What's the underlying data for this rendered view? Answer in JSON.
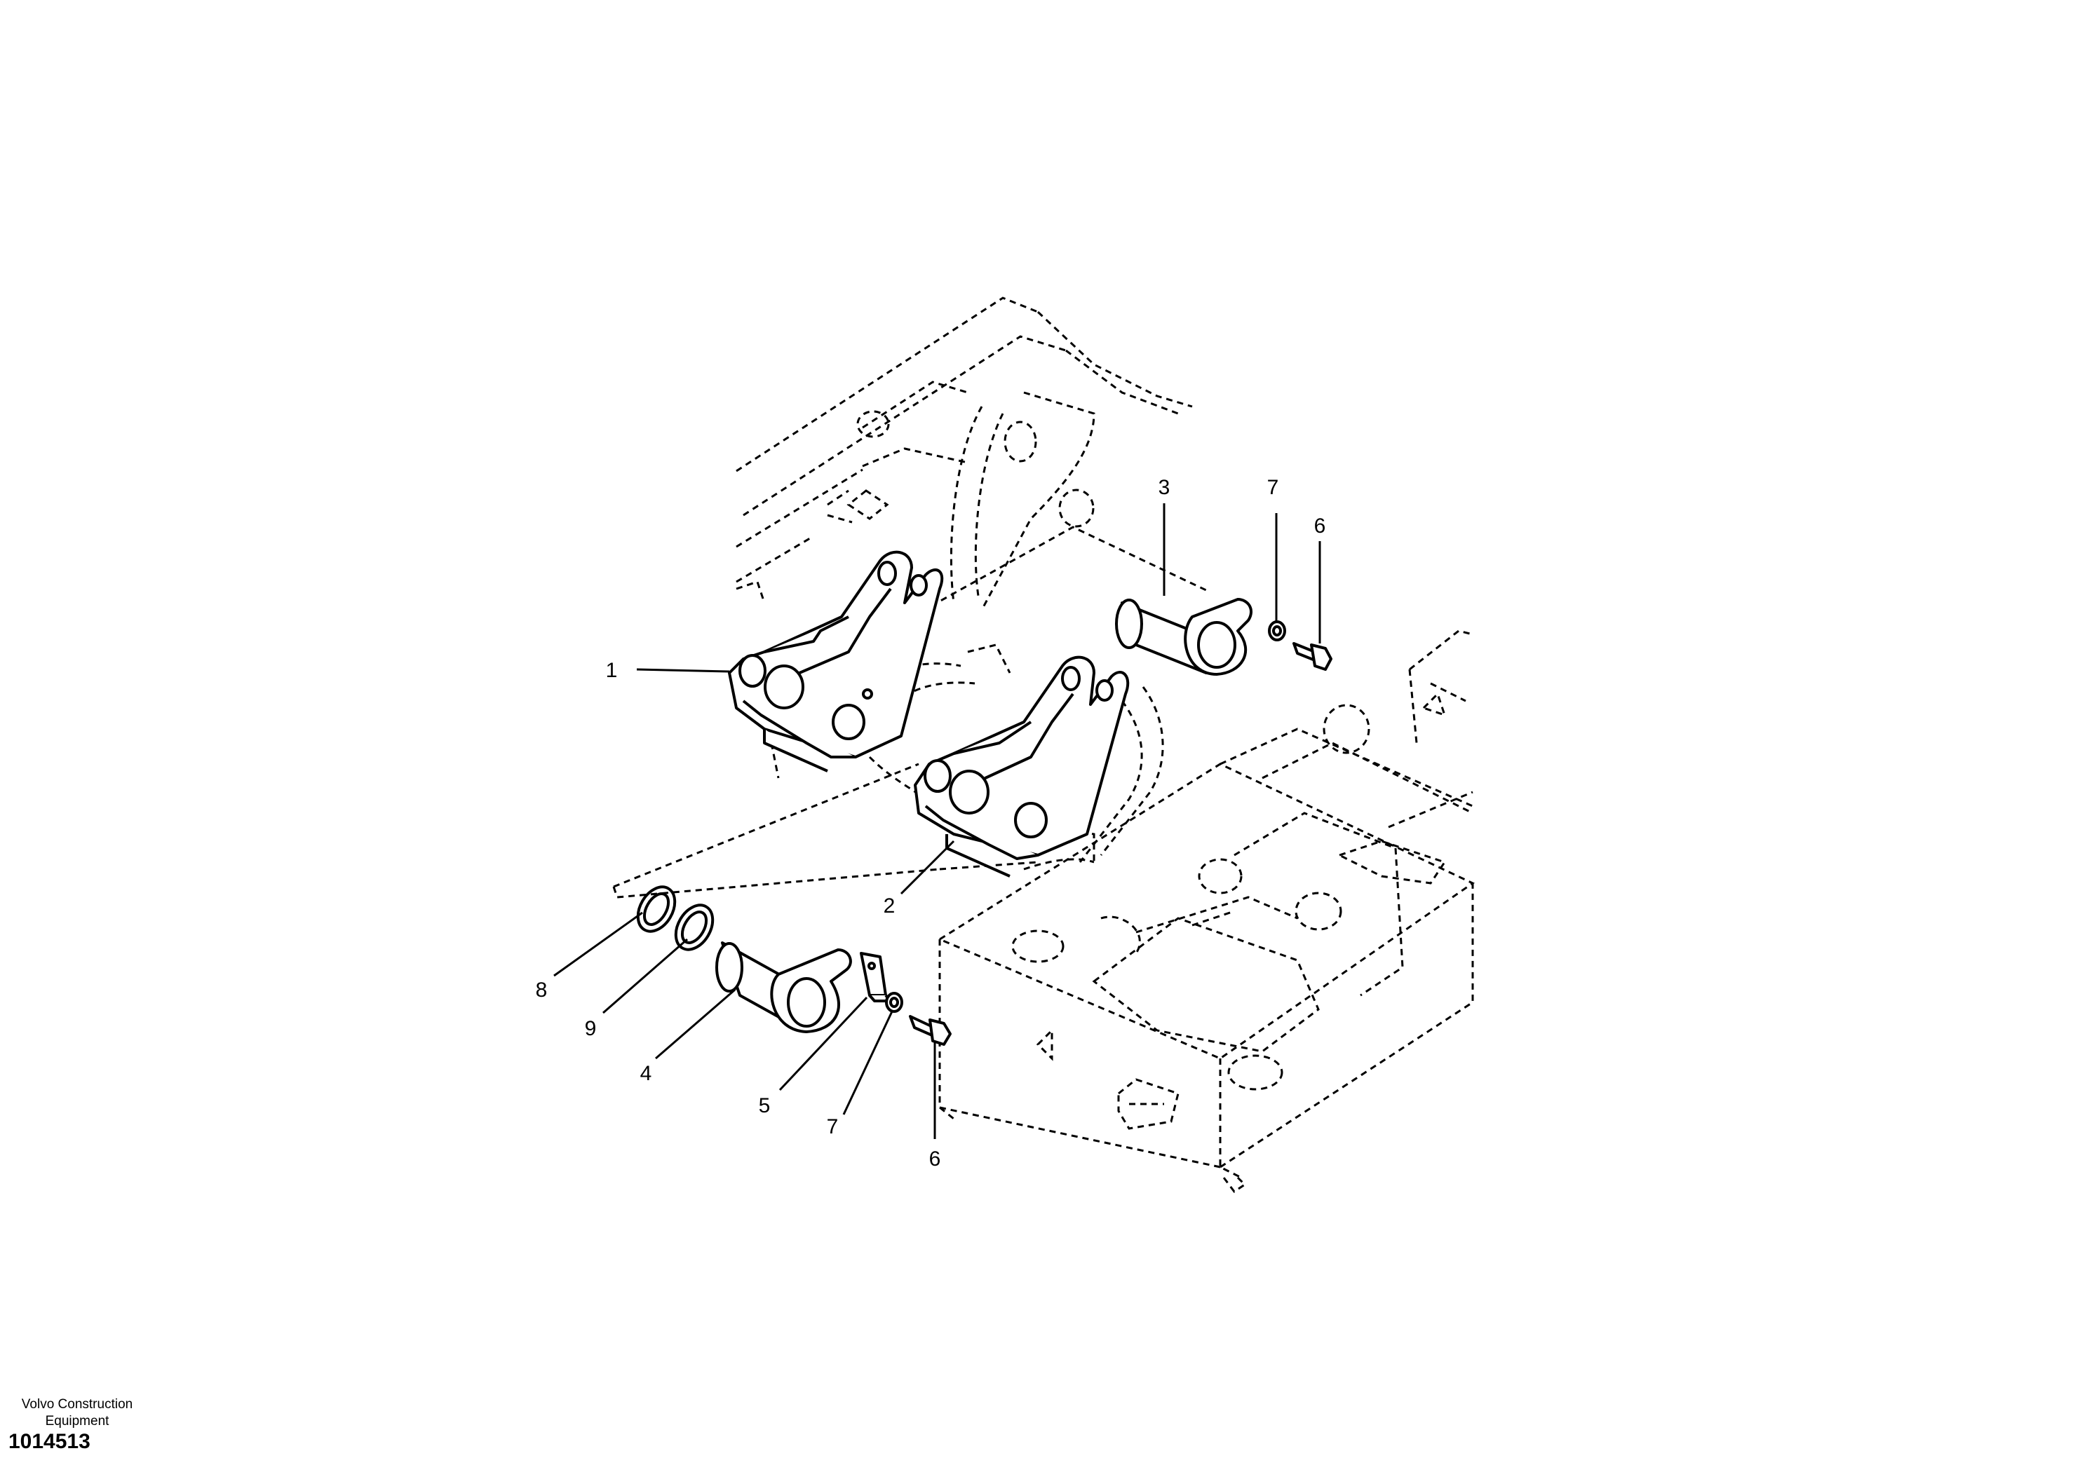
{
  "diagram": {
    "callouts": [
      {
        "id": "c1",
        "label": "1"
      },
      {
        "id": "c2",
        "label": "2"
      },
      {
        "id": "c3",
        "label": "3"
      },
      {
        "id": "c4",
        "label": "4"
      },
      {
        "id": "c5",
        "label": "5"
      },
      {
        "id": "c6a",
        "label": "6"
      },
      {
        "id": "c6b",
        "label": "6"
      },
      {
        "id": "c7a",
        "label": "7"
      },
      {
        "id": "c7b",
        "label": "7"
      },
      {
        "id": "c8",
        "label": "8"
      },
      {
        "id": "c9",
        "label": "9"
      }
    ]
  },
  "footer": {
    "company_line1": "Volvo Construction",
    "company_line2": "Equipment",
    "figure_id": "1014513"
  },
  "colors": {
    "ink": "#000000",
    "background": "#ffffff"
  }
}
